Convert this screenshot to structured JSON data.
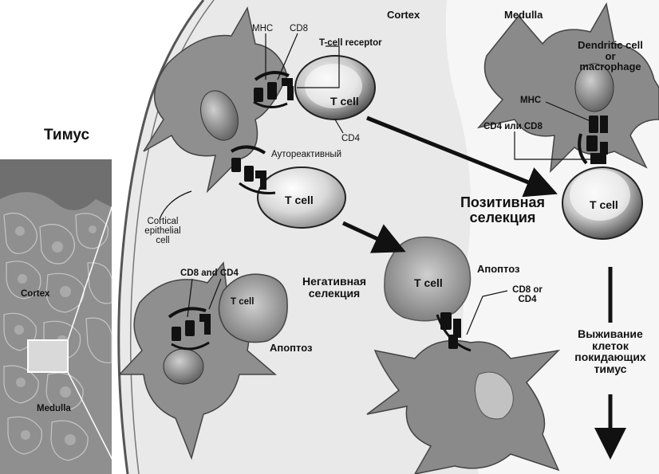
{
  "labels": {
    "thymus": "Тимус",
    "cortex_header": "Cortex",
    "medulla_header": "Medulla",
    "mhc_top": "MHC",
    "cd8_top": "CD8",
    "tcr": "T-cell receptor",
    "tcell_1": "T cell",
    "cd4_top": "CD4",
    "autoreactive": "Аутореактивный",
    "tcell_2": "T cell",
    "cortical_line1": "Cortical",
    "cortical_line2": "epithelial",
    "cortical_line3": "cell",
    "cd8_and_cd4": "CD8 and CD4",
    "tcell_3": "T cell",
    "apoptosis_left": "Апоптоз",
    "negative_line1": "Негативная",
    "negative_line2": "селекция",
    "tcell_4": "T cell",
    "apoptosis_mid": "Апоптоз",
    "cd8_or_cd4_line1": "CD8 or",
    "cd8_or_cd4_line2": "CD4",
    "dendritic_line1": "Dendritic cell",
    "dendritic_line2": "or",
    "dendritic_line3": "macrophage",
    "mhc_right": "MHC",
    "cd4_or_cd8": "CD4 или CD8",
    "positive_line1": "Позитивная",
    "positive_line2": "селекция",
    "tcell_5": "T cell",
    "survival_line1": "Выживание",
    "survival_line2": "клеток",
    "survival_line3": "покидающих",
    "survival_line4": "тимус",
    "cortex_inset": "Cortex",
    "medulla_inset": "Medulla"
  },
  "colors": {
    "background": "#ffffff",
    "thymus_tissue": "#8a8a8a",
    "cortex_region": "#e8e8e8",
    "medulla_region": "#f4f4f4",
    "cell_body": "#9a9a9a",
    "tcell": "#d6d6d6",
    "arrow": "#111111"
  }
}
